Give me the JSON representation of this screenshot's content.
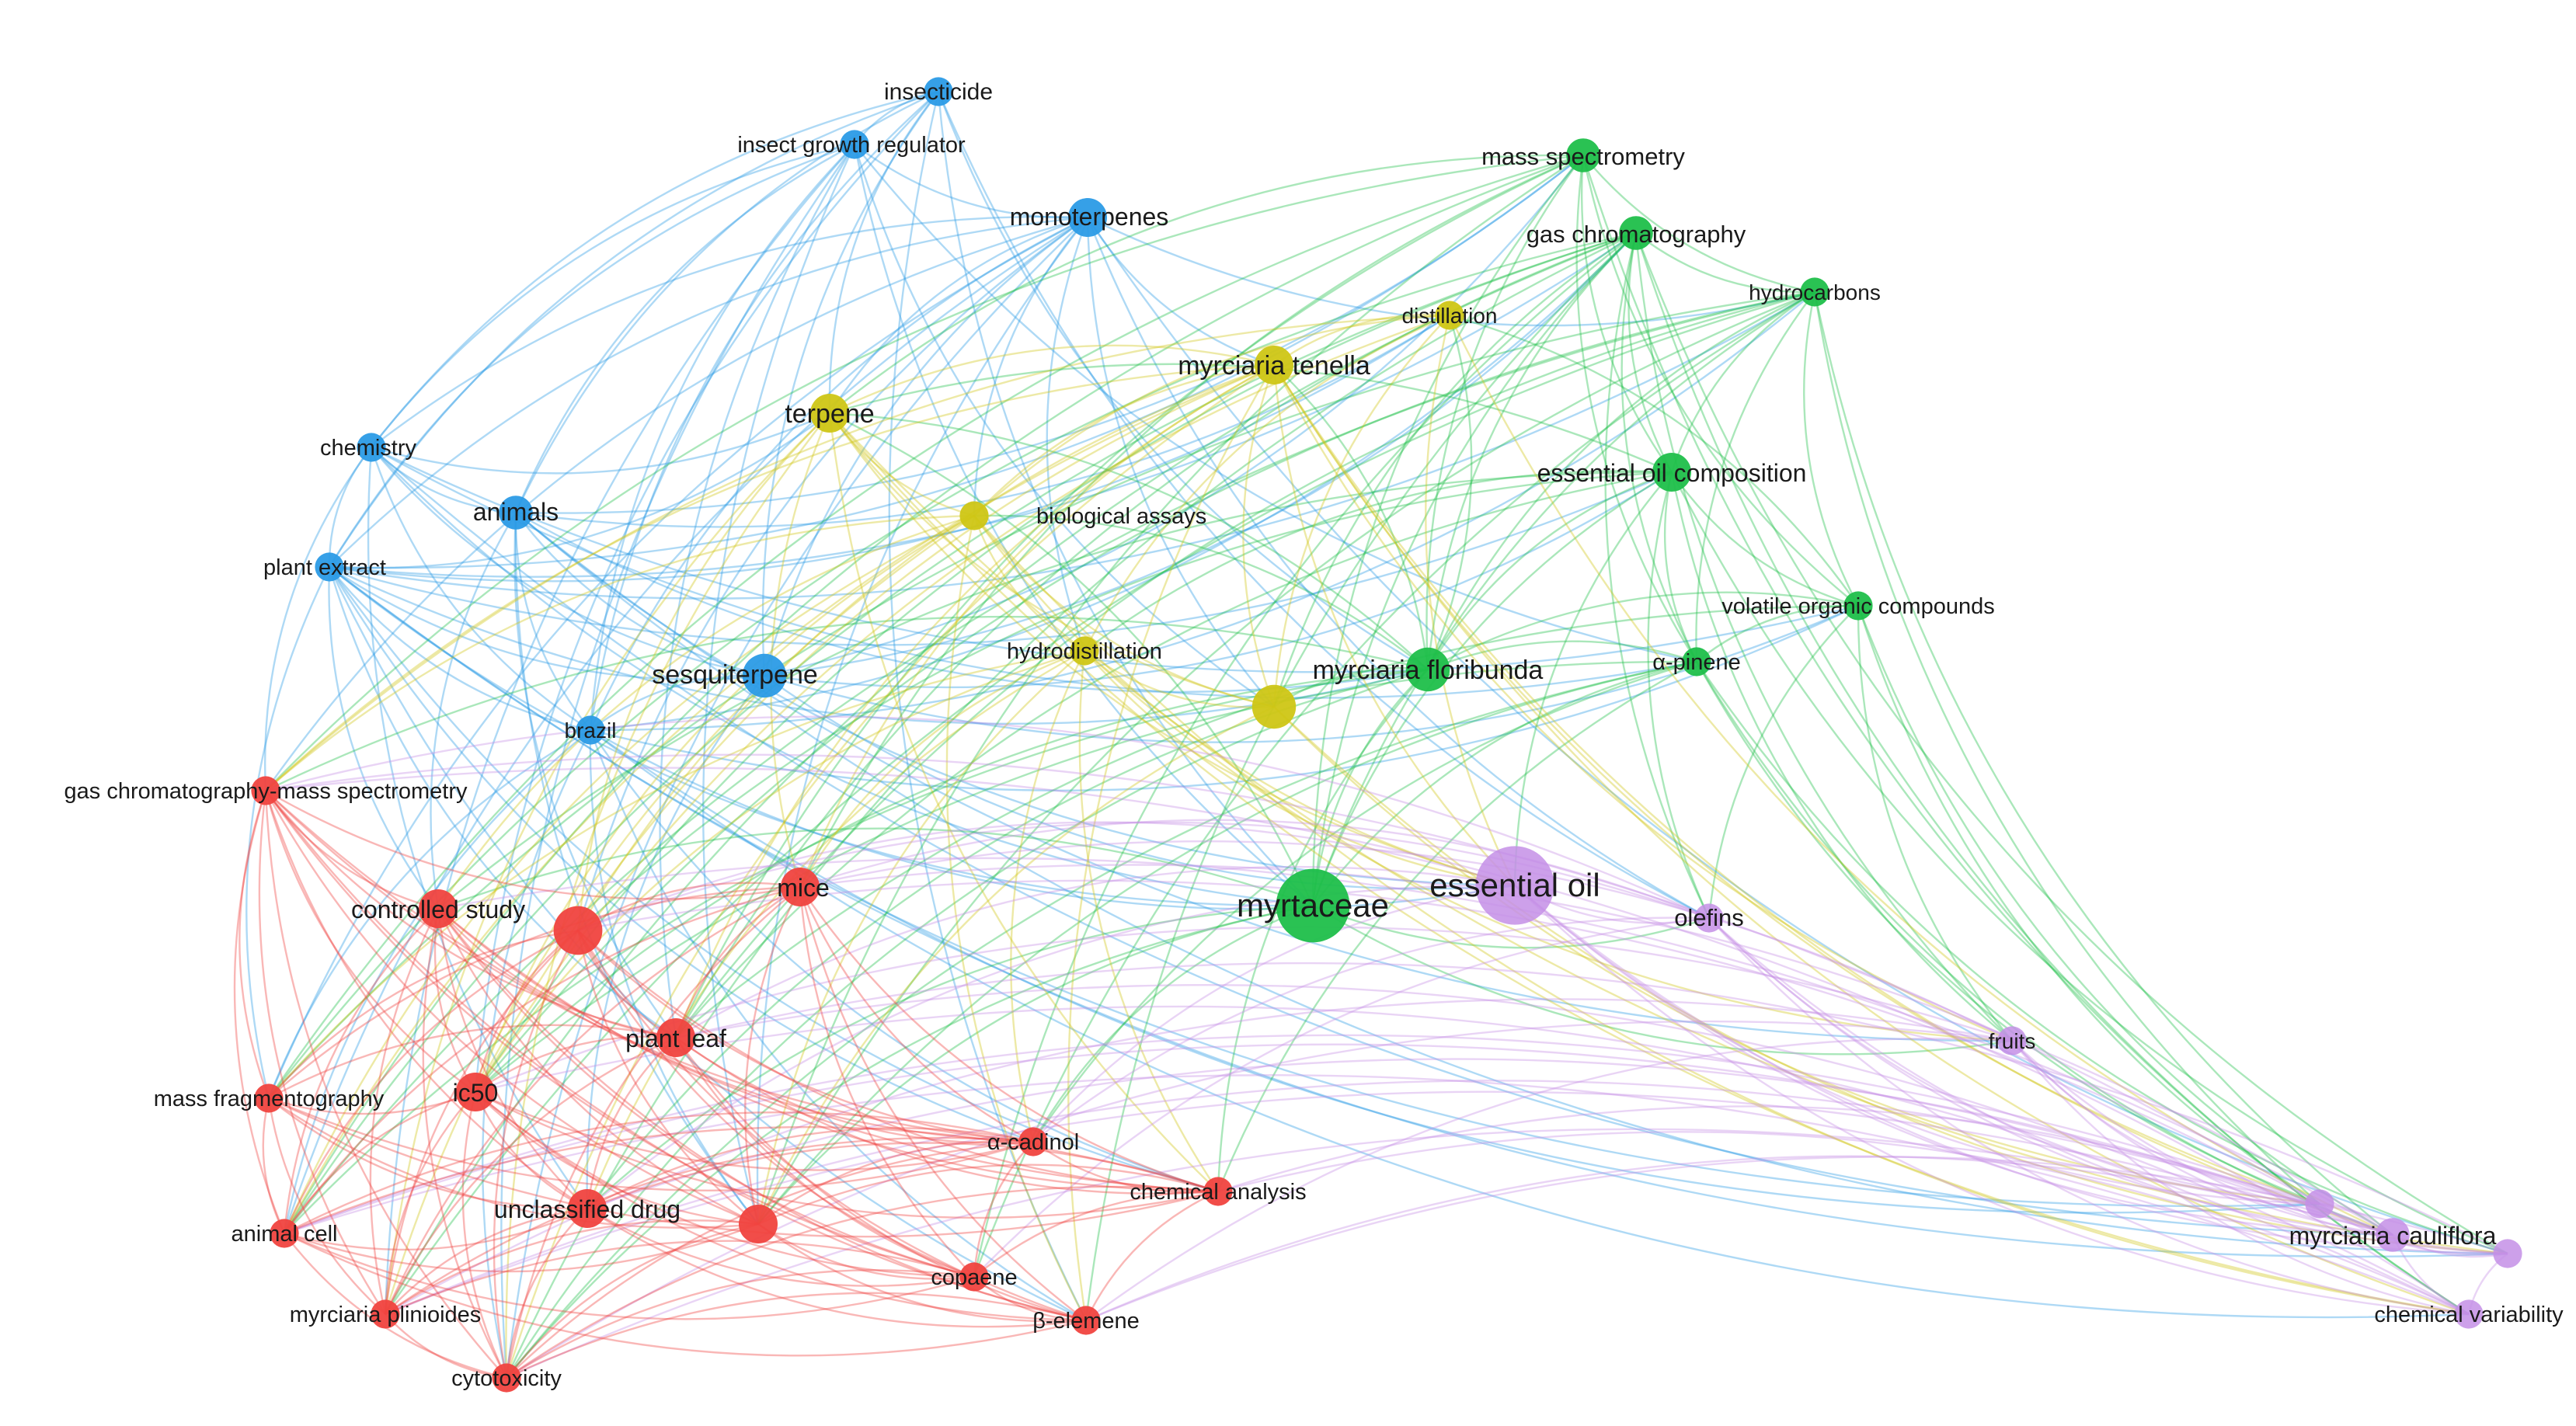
{
  "network": {
    "colors": {
      "red": "#f0433f",
      "blue": "#2b9be6",
      "green": "#1fbf4a",
      "yellow": "#cfc615",
      "purple": "#c48fe6"
    },
    "clusters": [
      {
        "name": "red",
        "color": "#f0433f"
      },
      {
        "name": "blue",
        "color": "#2b9be6"
      },
      {
        "name": "green",
        "color": "#1fbf4a"
      },
      {
        "name": "yellow",
        "color": "#cfc615"
      },
      {
        "name": "purple",
        "color": "#c48fe6"
      }
    ],
    "nodes": [
      {
        "id": "insecticide",
        "label": "insecticide",
        "cluster": "blue",
        "weight": 3
      },
      {
        "id": "insect-growth-regulator",
        "label": "insect growth regulator",
        "cluster": "blue",
        "weight": 3
      },
      {
        "id": "monoterpenes",
        "label": "monoterpenes",
        "cluster": "blue",
        "weight": 5
      },
      {
        "id": "chemistry",
        "label": "chemistry",
        "cluster": "blue",
        "weight": 3
      },
      {
        "id": "animals",
        "label": "animals",
        "cluster": "blue",
        "weight": 4
      },
      {
        "id": "plant-extract",
        "label": "plant extract",
        "cluster": "blue",
        "weight": 3
      },
      {
        "id": "sesquiterpene",
        "label": "sesquiterpene",
        "cluster": "blue",
        "weight": 6
      },
      {
        "id": "brazil",
        "label": "brazil",
        "cluster": "blue",
        "weight": 3
      },
      {
        "id": "mass-spectrometry",
        "label": "mass spectrometry",
        "cluster": "green",
        "weight": 4
      },
      {
        "id": "gas-chromatography",
        "label": "gas chromatography",
        "cluster": "green",
        "weight": 4
      },
      {
        "id": "hydrocarbons",
        "label": "hydrocarbons",
        "cluster": "green",
        "weight": 3
      },
      {
        "id": "essential-oil-composition",
        "label": "essential oil composition",
        "cluster": "green",
        "weight": 5
      },
      {
        "id": "volatile-organic-compounds",
        "label": "volatile organic compounds",
        "cluster": "green",
        "weight": 3
      },
      {
        "id": "alpha-pinene",
        "label": "α-pinene",
        "cluster": "green",
        "weight": 3
      },
      {
        "id": "myrciaria-floribunda",
        "label": "myrciaria floribunda",
        "cluster": "green",
        "weight": 6
      },
      {
        "id": "myrtaceae",
        "label": "myrtaceae",
        "cluster": "green",
        "weight": 12
      },
      {
        "id": "distillation",
        "label": "distillation",
        "cluster": "yellow",
        "weight": 3
      },
      {
        "id": "myrciaria-tenella",
        "label": "myrciaria tenella",
        "cluster": "yellow",
        "weight": 5
      },
      {
        "id": "terpene",
        "label": "terpene",
        "cluster": "yellow",
        "weight": 5
      },
      {
        "id": "biological-assays",
        "label": "biological assays",
        "cluster": "yellow",
        "weight": 3
      },
      {
        "id": "hydrodistillation",
        "label": "hydrodistillation",
        "cluster": "yellow",
        "weight": 3
      },
      {
        "id": "yellow-unlabeled",
        "label": "",
        "cluster": "yellow",
        "weight": 6
      },
      {
        "id": "essential-oil",
        "label": "essential oil",
        "cluster": "purple",
        "weight": 13
      },
      {
        "id": "olefins",
        "label": "olefins",
        "cluster": "purple",
        "weight": 3
      },
      {
        "id": "fruits",
        "label": "fruits",
        "cluster": "purple",
        "weight": 3
      },
      {
        "id": "myrciaria-cauliflora",
        "label": "myrciaria cauliflora",
        "cluster": "purple",
        "weight": 4
      },
      {
        "id": "purple-small-1",
        "label": "",
        "cluster": "purple",
        "weight": 3
      },
      {
        "id": "purple-small-2",
        "label": "",
        "cluster": "purple",
        "weight": 3
      },
      {
        "id": "chemical-variability",
        "label": "chemical variability",
        "cluster": "purple",
        "weight": 3
      },
      {
        "id": "gc-ms",
        "label": "gas chromatography-mass spectrometry",
        "cluster": "red",
        "weight": 3
      },
      {
        "id": "controlled-study",
        "label": "controlled study",
        "cluster": "red",
        "weight": 5
      },
      {
        "id": "mice",
        "label": "mice",
        "cluster": "red",
        "weight": 5
      },
      {
        "id": "red-unlabeled-1",
        "label": "",
        "cluster": "red",
        "weight": 7
      },
      {
        "id": "plant-leaf",
        "label": "plant leaf",
        "cluster": "red",
        "weight": 5
      },
      {
        "id": "mass-fragmentography",
        "label": "mass fragmentography",
        "cluster": "red",
        "weight": 3
      },
      {
        "id": "ic50",
        "label": "ic50",
        "cluster": "red",
        "weight": 5
      },
      {
        "id": "alpha-cadinol",
        "label": "α-cadinol",
        "cluster": "red",
        "weight": 3
      },
      {
        "id": "chemical-analysis",
        "label": "chemical analysis",
        "cluster": "red",
        "weight": 3
      },
      {
        "id": "animal-cell",
        "label": "animal cell",
        "cluster": "red",
        "weight": 3
      },
      {
        "id": "unclassified-drug",
        "label": "unclassified drug",
        "cluster": "red",
        "weight": 5
      },
      {
        "id": "red-unlabeled-2",
        "label": "",
        "cluster": "red",
        "weight": 5
      },
      {
        "id": "copaene",
        "label": "copaene",
        "cluster": "red",
        "weight": 3
      },
      {
        "id": "myrciaria-plinioides",
        "label": "myrciaria plinioides",
        "cluster": "red",
        "weight": 3
      },
      {
        "id": "beta-elemene",
        "label": "β-elemene",
        "cluster": "red",
        "weight": 3
      },
      {
        "id": "cytotoxicity",
        "label": "cytotoxicity",
        "cluster": "red",
        "weight": 3
      }
    ]
  }
}
